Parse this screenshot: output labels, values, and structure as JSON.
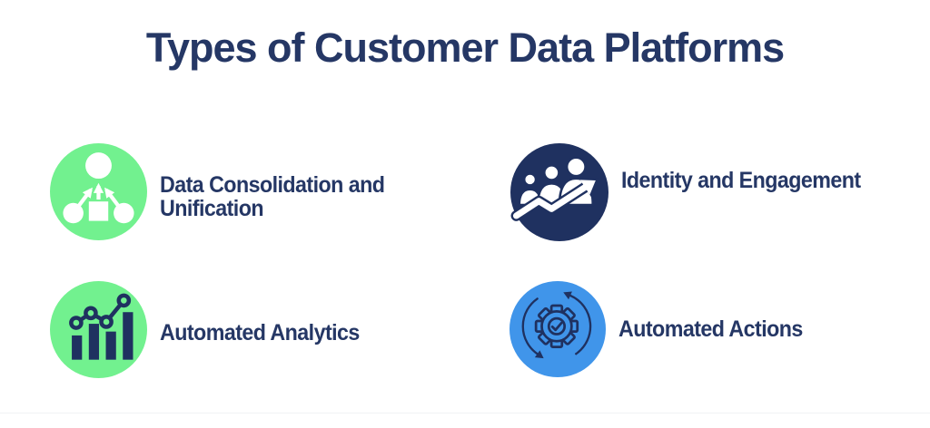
{
  "title": "Types of Customer Data Platforms",
  "colors": {
    "navy": "#1F3160",
    "green": "#72F18F",
    "blue": "#4095EA",
    "text": "#253765",
    "background": "#FFFFFF"
  },
  "items": [
    {
      "label": "Data Consolidation and Unification",
      "icon": "consolidation-icon",
      "circle_color": "#72F18F"
    },
    {
      "label": "Identity and Engagement",
      "icon": "identity-engagement-icon",
      "circle_color": "#1F3160"
    },
    {
      "label": "Automated Analytics",
      "icon": "analytics-chart-icon",
      "circle_color": "#72F18F"
    },
    {
      "label": "Automated Actions",
      "icon": "automation-gear-icon",
      "circle_color": "#4095EA"
    }
  ]
}
